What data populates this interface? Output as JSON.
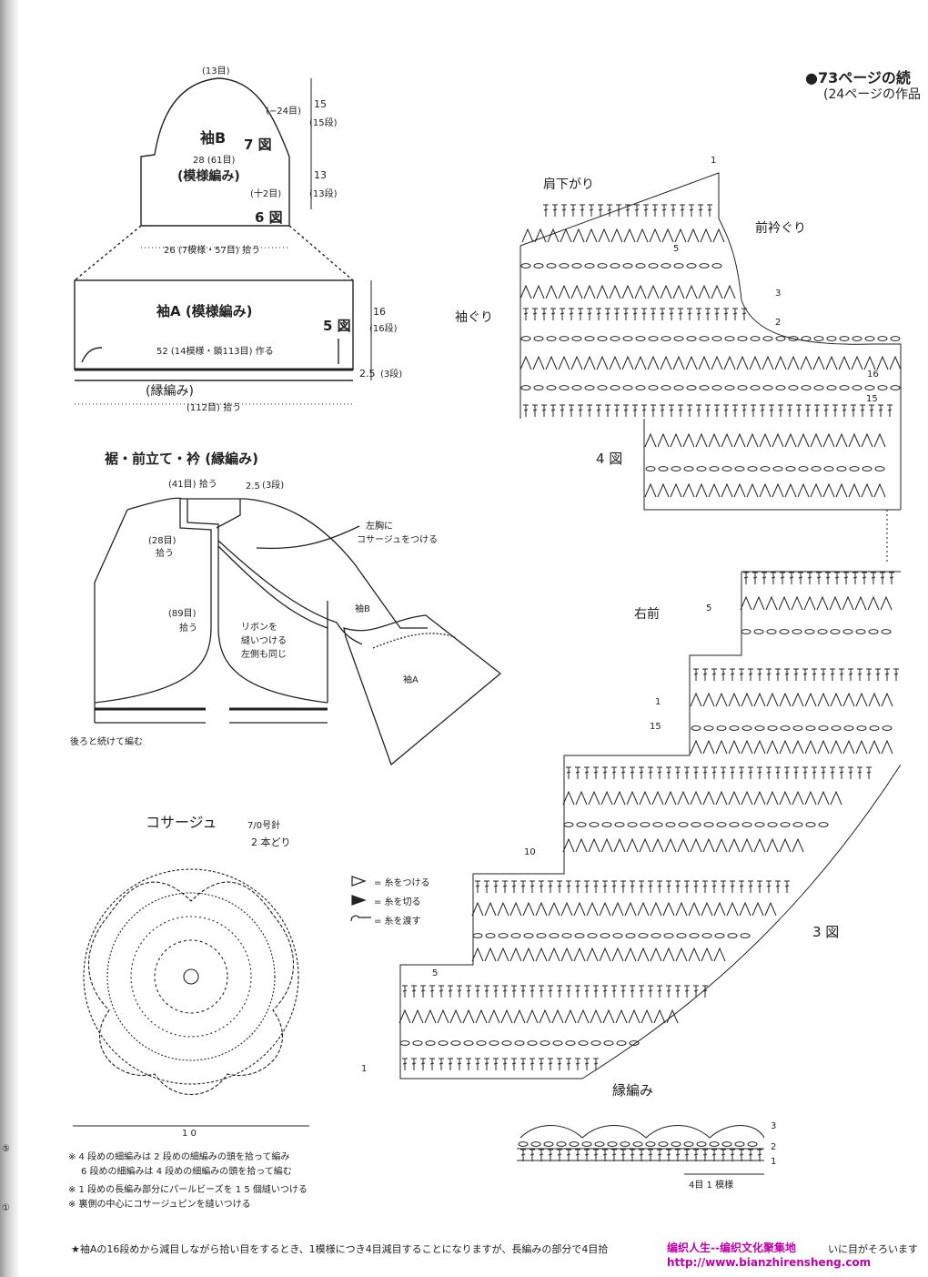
{
  "header": {
    "title": "●73ページの続",
    "subtitle": "(24ページの作品"
  },
  "sleeve_b": {
    "top_stitches": "(13目)",
    "dec_rows": "(−24目)",
    "upper_dim": "15",
    "upper_rows": "(15段)",
    "lower_dim": "13",
    "lower_rows": "(13段)",
    "title": "袖B",
    "fig_upper": "7 図",
    "width": "28 (61目)",
    "pattern": "(模様編み)",
    "inc": "(十2目)",
    "fig_lower": "6 図",
    "pickup": "26 (7模様・57目) 拾う"
  },
  "sleeve_a": {
    "title": "袖A (模様編み)",
    "fig": "5 図",
    "chain": "52 (14模様・鎖113目) 作る",
    "height": "16",
    "height_rows": "(16段)",
    "edge_dim": "2.5",
    "edge_rows": "(3段)",
    "edging": "(縁編み)",
    "pickup": "(112目) 拾う"
  },
  "body": {
    "title": "裾・前立て・衿 (縁編み)",
    "collar_pickup": "(41目) 拾う",
    "collar_dim": "2.5",
    "collar_rows": "(3段)",
    "neck_pickup": "(28目)",
    "neck_pickup_word": "拾う",
    "front_pickup": "(89目)",
    "front_pickup_word": "拾う",
    "corsage_note_1": "左胸に",
    "corsage_note_2": "コサージュをつける",
    "ribbon_1": "リボンを",
    "ribbon_2": "縫いつける",
    "ribbon_3": "左側も同じ",
    "sleeve_b_label": "袖B",
    "sleeve_a_label": "袖A",
    "back_note": "後ろと続けて編む"
  },
  "corsage": {
    "title": "コサージュ",
    "hook": "7/0号針",
    "strands": "2 本どり",
    "size": "1 0"
  },
  "legend": {
    "attach": "= 糸をつける",
    "cut": "= 糸を切る",
    "carry": "= 糸を渡す"
  },
  "chart": {
    "shoulder": "肩下がり",
    "front_neck": "前衿ぐり",
    "armhole": "袖ぐり",
    "fig4": "4 図",
    "right_front": "右前",
    "fig3": "3 図",
    "edging": "縁編み",
    "repeat": "4目 1 模様",
    "row_markers": {
      "r1_top": "1",
      "r2_top": "2",
      "r3_top": "3",
      "r5_top": "5",
      "r15_top": "15",
      "r16_top": "16",
      "r1_mid": "1",
      "r5_mid": "5",
      "r15_mid": "15",
      "r10_low": "10",
      "r5_low": "5",
      "r1_low": "1",
      "e1": "1",
      "e2": "2",
      "e3": "3"
    }
  },
  "notes": [
    "※ 4 段めの細編みは 2 段めの細編みの頭を拾って編み",
    "6 段めの細編みは 4 段めの細編みの頭を拾って編む",
    "※ 1 段めの長編み部分にパールビーズを 1 5 個縫いつける",
    "※ 裏側の中心にコサージュピンを縫いつける"
  ],
  "footer": "★袖Aの16段めから減目しながら拾い目をするとき、1模様につき4目減目することになりますが、長編みの部分で4目拾",
  "footer_end": "いに目がそろいます",
  "watermark": {
    "line1": "编织人生--编织文化聚集地",
    "line2": "http://www.bianzhirensheng.com"
  },
  "margin_marks": [
    "⑤",
    "①"
  ]
}
